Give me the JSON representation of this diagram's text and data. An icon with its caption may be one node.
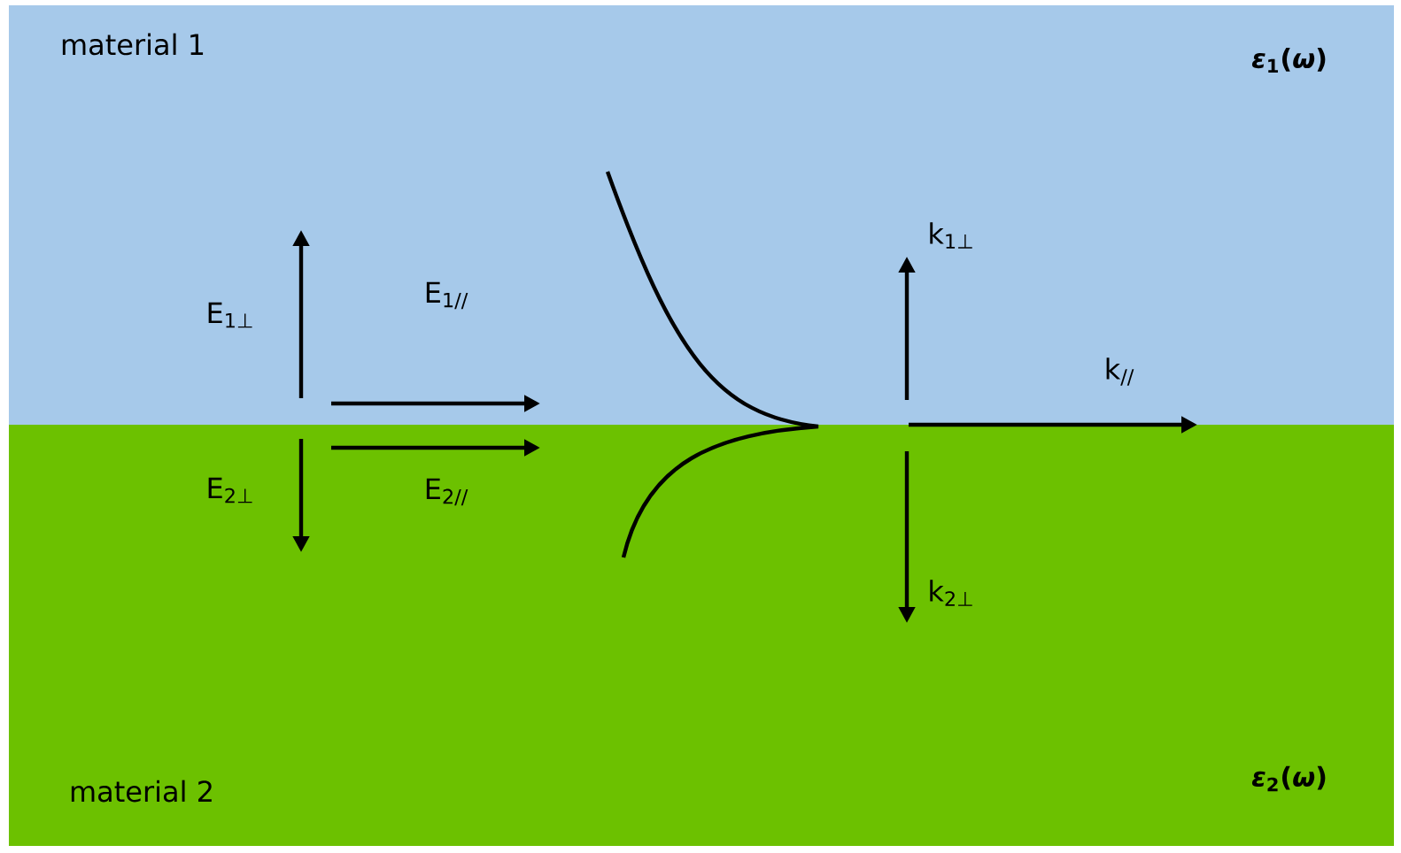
{
  "diagram": {
    "nodes": [
      {
        "text": [
          "material 1",
          "*ε*$_{1}$(*ω*)"
        ]
      },
      {
        "text": [
          "material 2",
          "*ε*$_{2}$(*ω*)"
        ]
      }
    ],
    "labels": [
      "E$_{1⊥}$",
      "E$_{1//}$",
      "k$_{1⊥}$",
      "k$_{//}$",
      "E$_{2⊥}$",
      "E$_{2//}$",
      "k$_{2⊥}$"
    ]
  }
}
